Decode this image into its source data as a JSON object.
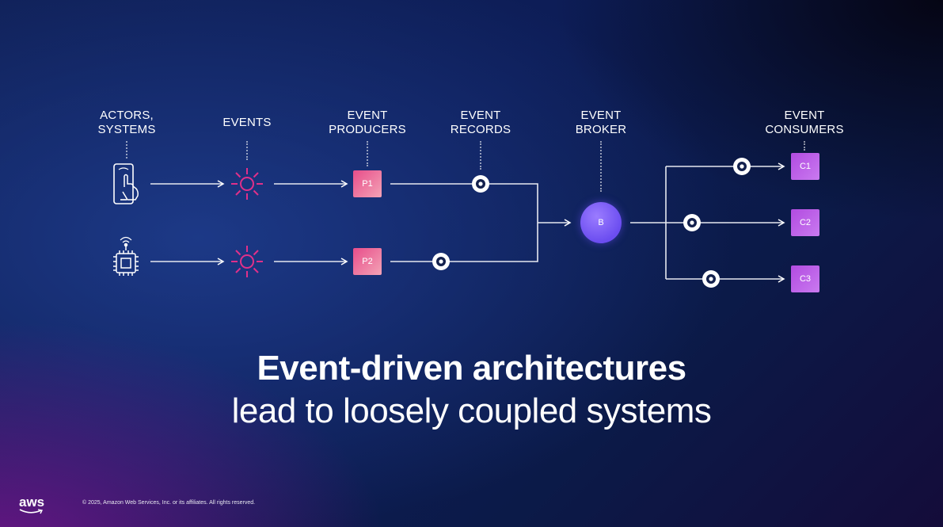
{
  "columns": {
    "actors": "ACTORS,\nSYSTEMS",
    "events": "EVENTS",
    "producers": "EVENT\nPRODUCERS",
    "records": "EVENT\nRECORDS",
    "broker": "EVENT\nBROKER",
    "consumers": "EVENT\nCONSUMERS"
  },
  "nodes": {
    "p1": "P1",
    "p2": "P2",
    "broker": "B",
    "c1": "C1",
    "c2": "C2",
    "c3": "C3"
  },
  "icons": {
    "actor1": "smartphone-touch-icon",
    "actor2": "chip-icon",
    "event": "sun-burst-icon",
    "record": "record-dot-icon"
  },
  "colors": {
    "event_icon": "#e0308a",
    "producer": "#ee6a9a",
    "consumer": "#b95ee8",
    "broker": "#7257f3"
  },
  "headline": "Event-driven architectures",
  "subline": "lead to loosely coupled systems",
  "footer": {
    "logo": "aws",
    "copyright": "© 2025, Amazon Web Services, Inc. or its affiliates. All rights reserved."
  }
}
